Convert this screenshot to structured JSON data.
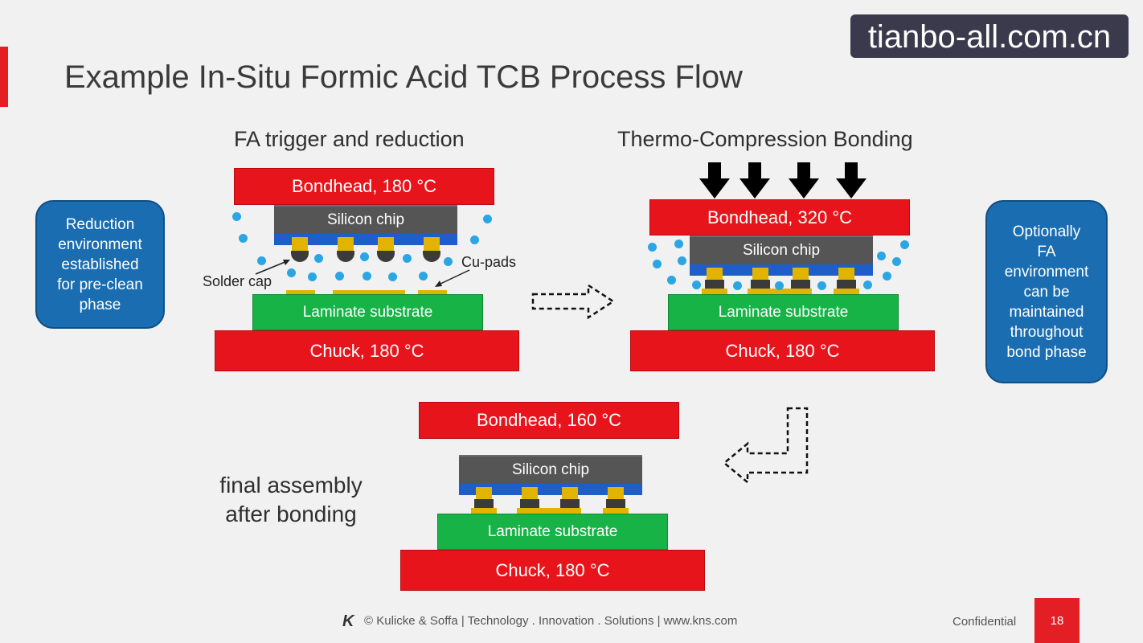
{
  "slide": {
    "title": "Example In-Situ Formic Acid TCB Process Flow",
    "watermark": "tianbo-all.com.cn"
  },
  "panel1": {
    "title": "FA trigger and reduction",
    "bondhead": "Bondhead, 180 °C",
    "chip": "Silicon chip",
    "substrate": "Laminate substrate",
    "chuck": "Chuck, 180 °C",
    "solder_cap_label": "Solder cap",
    "cu_pads_label": "Cu-pads"
  },
  "panel2": {
    "title": "Thermo-Compression Bonding",
    "bondhead": "Bondhead, 320 °C",
    "chip": "Silicon chip",
    "substrate": "Laminate substrate",
    "chuck": "Chuck, 180 °C"
  },
  "panel3": {
    "bondhead": "Bondhead, 160 °C",
    "chip": "Silicon chip",
    "substrate": "Laminate substrate",
    "chuck": "Chuck, 180 °C",
    "label_line1": "final assembly",
    "label_line2": "after bonding"
  },
  "notes": {
    "left": [
      "Reduction",
      "environment",
      "established",
      "for pre-clean",
      "phase"
    ],
    "right": [
      "Optionally",
      "FA",
      "environment",
      "can be",
      "maintained",
      "throughout",
      "bond phase"
    ]
  },
  "footer": {
    "logo": "K",
    "text": "© Kulicke & Soffa | Technology . Innovation . Solutions | www.kns.com",
    "confidential": "Confidential",
    "page": "18"
  },
  "colors": {
    "heater": "#e8141b",
    "chip": "#555555",
    "substrate": "#17b347",
    "note": "#1a6db0",
    "formic_acid": "#2aa6e4",
    "copper": "#e2b400"
  }
}
